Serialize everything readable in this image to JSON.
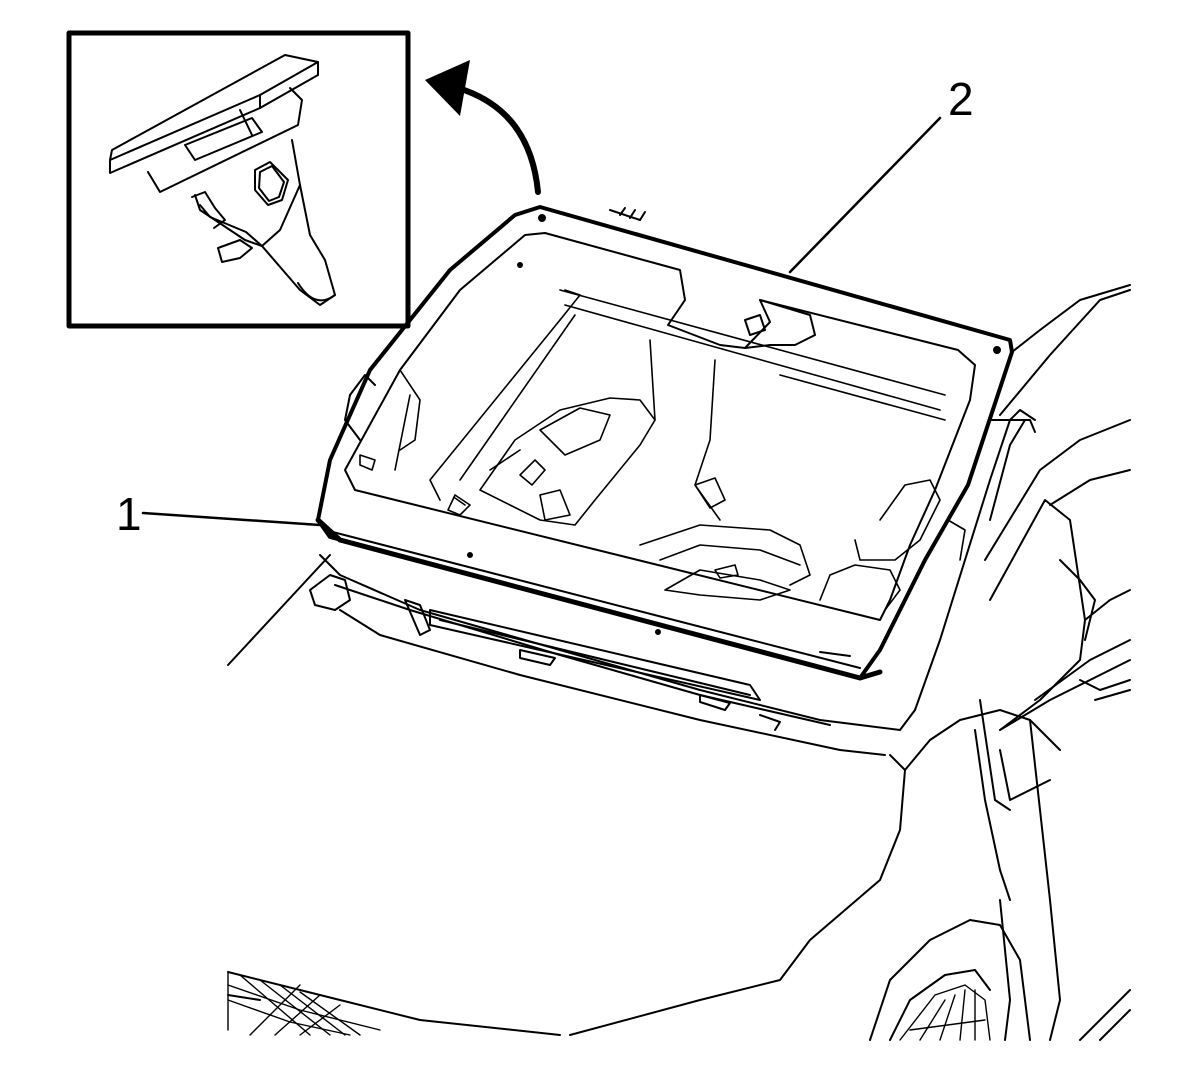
{
  "diagram": {
    "callouts": [
      {
        "id": "1",
        "label": "1"
      },
      {
        "id": "2",
        "label": "2"
      }
    ],
    "colors": {
      "line": "#000000",
      "background": "#ffffff"
    },
    "icons": {
      "inset": "retainer-clip-detail",
      "arrow": "curved-arrow-icon"
    }
  }
}
